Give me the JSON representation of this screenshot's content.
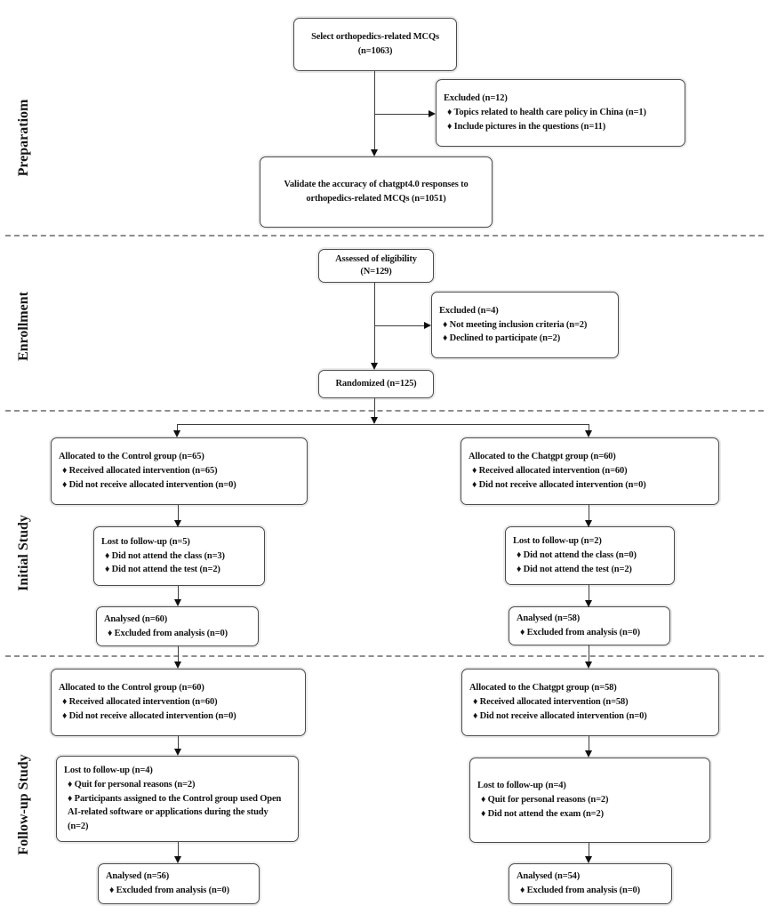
{
  "sections": {
    "preparation": "Preparatiom",
    "enrollment": "Enrollment",
    "initial_study": "Initial Study",
    "followup_study": "Follow-up Study"
  },
  "boxes": {
    "select": {
      "line1": "Select orthopedics-related MCQs",
      "line2": "(n=1063)"
    },
    "excluded_prep": {
      "title": "Excluded  (n=12)",
      "items": [
        "♦ Topics related to health care policy in China (n=1)",
        "♦ Include pictures in the questions (n=11)"
      ]
    },
    "validate": {
      "line1": "Validate the accuracy of chatgpt4.0 responses to",
      "line2": "orthopedics-related MCQs  (n=1051)"
    },
    "assessed": {
      "line1": "Assessed of eligibility",
      "line2": "(N=129)"
    },
    "excluded_enroll": {
      "title": "Excluded  (n=4)",
      "items": [
        "♦ Not meeting inclusion criteria (n=2)",
        "♦ Declined to participate (n=2)"
      ]
    },
    "randomized": {
      "line1": "Randomized (n=125)"
    },
    "alloc_ctrl_1": {
      "title": "Allocated to the Control group (n=65)",
      "items": [
        "♦ Received allocated intervention (n=65)",
        "♦ Did not receive allocated intervention (n=0)"
      ]
    },
    "alloc_gpt_1": {
      "title": "Allocated to the Chatgpt group (n=60)",
      "items": [
        "♦ Received allocated intervention (n=60)",
        "♦ Did not receive allocated intervention (n=0)"
      ]
    },
    "lost_ctrl_1": {
      "title": "Lost to follow-up (n=5)",
      "items": [
        "♦ Did not attend the class (n=3)",
        "♦ Did not attend the test (n=2)"
      ]
    },
    "lost_gpt_1": {
      "title": "Lost to follow-up (n=2)",
      "items": [
        "♦ Did not attend the class (n=0)",
        "♦ Did not attend the test (n=2)"
      ]
    },
    "analysed_ctrl_1": {
      "title": "Analysed (n=60)",
      "items": [
        "♦ Excluded from analysis (n=0)"
      ]
    },
    "analysed_gpt_1": {
      "title": "Analysed (n=58)",
      "items": [
        "♦ Excluded from analysis (n=0)"
      ]
    },
    "alloc_ctrl_2": {
      "title": "Allocated to the Control group (n=60)",
      "items": [
        "♦ Received allocated intervention (n=60)",
        "♦ Did not receive allocated intervention (n=0)"
      ]
    },
    "alloc_gpt_2": {
      "title": "Allocated to the Chatgpt group (n=58)",
      "items": [
        "♦ Received allocated intervention (n=58)",
        "♦ Did not receive allocated intervention (n=0)"
      ]
    },
    "lost_ctrl_2": {
      "title": "Lost to follow-up (n=4)",
      "items": [
        "♦ Quit for personal reasons (n=2)",
        "♦ Participants assigned to the Control group used Open AI-related software or applications during the study  (n=2)"
      ]
    },
    "lost_gpt_2": {
      "title": "Lost to follow-up (n=4)",
      "items": [
        "♦ Quit for personal reasons (n=2)",
        "♦ Did not attend the exam (n=2)"
      ]
    },
    "analysed_ctrl_2": {
      "title": "Analysed (n=56)",
      "items": [
        "♦ Excluded from analysis (n=0)"
      ]
    },
    "analysed_gpt_2": {
      "title": "Analysed (n=54)",
      "items": [
        "♦ Excluded from analysis (n=0)"
      ]
    }
  }
}
